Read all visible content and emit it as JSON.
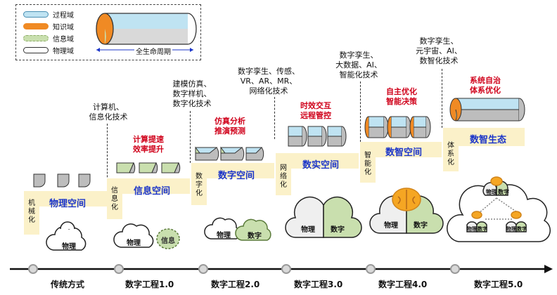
{
  "legend": {
    "items": [
      {
        "label": "过程域",
        "color": "#bfe3f2",
        "border": "#4a8fb3"
      },
      {
        "label": "知识域",
        "color": "#f08a24",
        "border": "#f08a24"
      },
      {
        "label": "信息域",
        "color": "#c9dfae",
        "border": "#8fae6a"
      },
      {
        "label": "物理域",
        "color": "#ffffff",
        "border": "#333333"
      }
    ],
    "lifecycle": "全生命周期"
  },
  "tech": {
    "t1": [
      "计算机、",
      "信息化技术"
    ],
    "t2": [
      "建模仿真、",
      "数字样机、",
      "数字化技术"
    ],
    "t3": [
      "数字孪生、传感、",
      "VR、AR、MR、",
      "网络化技术"
    ],
    "t4": [
      "数字孪生、",
      "大数据、AI、",
      "智能化技术"
    ],
    "t5": [
      "数字孪生、",
      "元宇宙、AI、",
      "数智化技术"
    ]
  },
  "features": {
    "f1": [
      "计算提速",
      "效率提升"
    ],
    "f2": [
      "仿真分析",
      "推演预测"
    ],
    "f3": [
      "时效交互",
      "远程管控"
    ],
    "f4": [
      "自主优化",
      "智能决策"
    ],
    "f5": [
      "系统自治",
      "体系优化"
    ]
  },
  "stairs": {
    "s0": {
      "side": "机械化",
      "space": "物理空间"
    },
    "s1": {
      "side": "信息化",
      "space": "信息空间"
    },
    "s2": {
      "side": "数字化",
      "space": "数字空间"
    },
    "s3": {
      "side": "网络化",
      "space": "数实空间"
    },
    "s4": {
      "side": "智能化",
      "space": "数智空间"
    },
    "s5": {
      "side": "体系化",
      "space": "数智生态"
    }
  },
  "clouds": {
    "physical": "物理",
    "info": "信息",
    "digital": "数字",
    "twin": "数字",
    "eco_physical": "物理",
    "eco_twin": "数字"
  },
  "timeline": {
    "eras": [
      "传统方式",
      "数字工程1.0",
      "数字工程2.0",
      "数字工程3.0",
      "数字工程4.0",
      "数字工程5.0"
    ]
  }
}
